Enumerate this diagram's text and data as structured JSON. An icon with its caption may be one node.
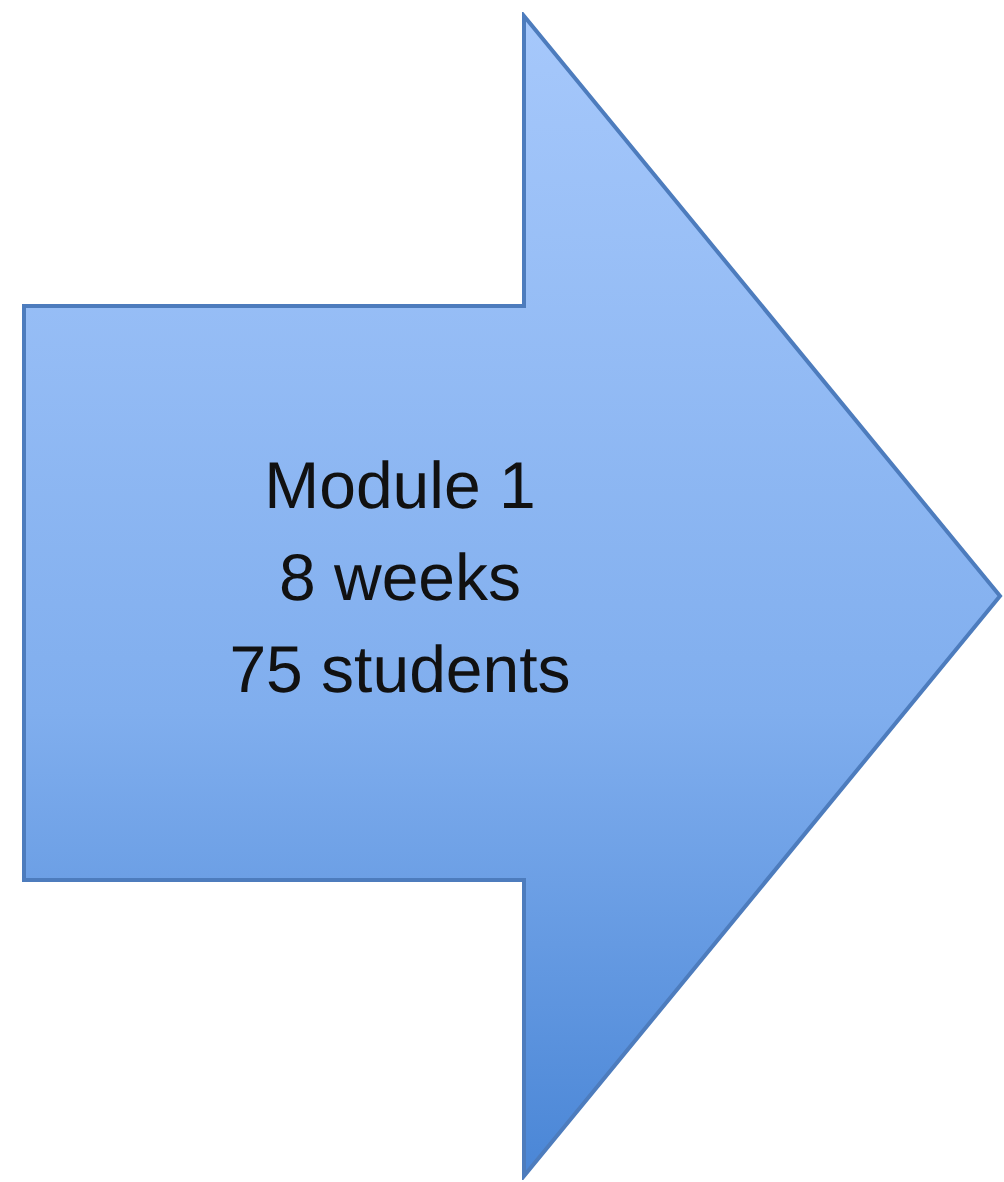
{
  "diagram": {
    "nodes": [
      {
        "text": [
          "Module 1",
          "8 weeks",
          "75 students"
        ]
      }
    ]
  }
}
